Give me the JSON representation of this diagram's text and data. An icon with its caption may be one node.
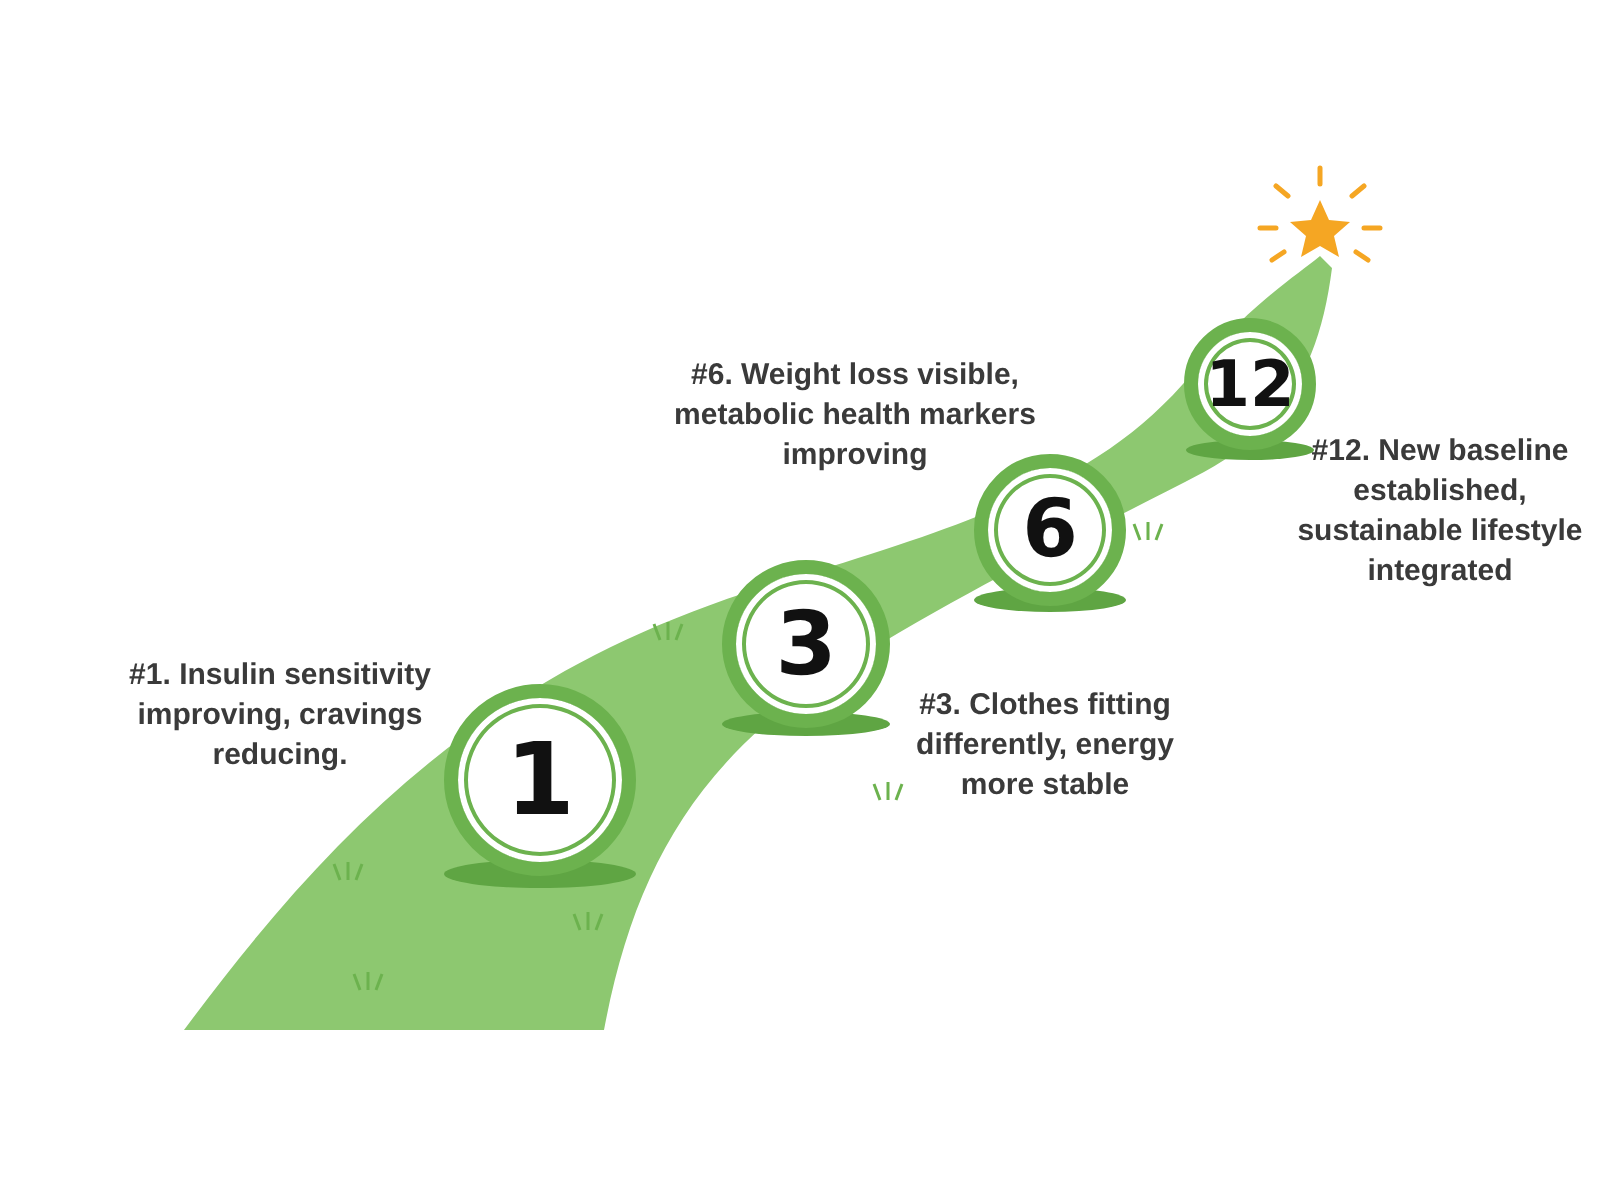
{
  "diagram": {
    "nodes": [
      {
        "text": [
          "1"
        ],
        "beside": [
          "#1. Insulin sensitivity improving, cravings reducing."
        ]
      },
      {
        "text": [
          "3"
        ],
        "beside": [
          "#3. Clothes fitting differently, energy more stable"
        ]
      },
      {
        "text": [
          "6"
        ],
        "beside": [
          "#6. Weight loss visible, metabolic health markers improving"
        ]
      },
      {
        "text": [
          "12"
        ],
        "beside": [
          "#12. New baseline established, sustainable lifestyle integrated"
        ]
      }
    ],
    "edges": []
  }
}
